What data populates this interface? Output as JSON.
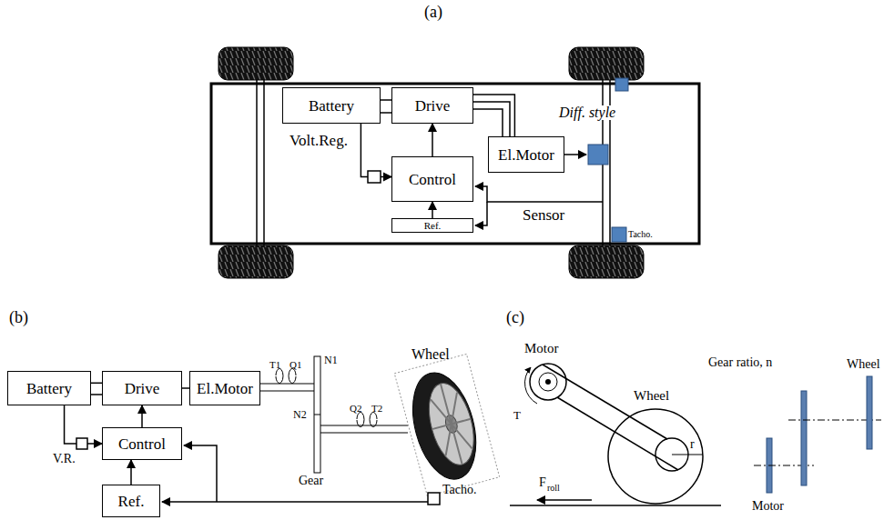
{
  "diagram": {
    "nodes": [
      {
        "text": [
          "Battery"
        ]
      },
      {
        "text": [
          "Drive"
        ]
      },
      {
        "text": [
          "El.Motor"
        ]
      },
      {
        "text": [
          "Control"
        ]
      },
      {
        "text": [
          "Ref."
        ]
      },
      {
        "text": [
          "Battery"
        ]
      },
      {
        "text": [
          "Drive"
        ]
      },
      {
        "text": [
          "El.Motor"
        ]
      },
      {
        "text": [
          "Control"
        ]
      },
      {
        "text": [
          "Ref."
        ]
      }
    ],
    "edges": [
      {
        "from": 0,
        "to": 1,
        "arrow": "none"
      },
      {
        "from": 1,
        "to": 2,
        "arrow": "none"
      },
      {
        "from": 3,
        "to": 1,
        "arrow": "to"
      },
      {
        "from": 4,
        "to": 3,
        "arrow": "to"
      },
      {
        "from": 0,
        "to": 3,
        "arrow": "to"
      },
      {
        "from": 5,
        "to": 6,
        "arrow": "none"
      },
      {
        "from": 6,
        "to": 7,
        "arrow": "none"
      },
      {
        "from": 8,
        "to": 6,
        "arrow": "to"
      },
      {
        "from": 9,
        "to": 8,
        "arrow": "to"
      },
      {
        "from": 5,
        "to": 8,
        "arrow": "to"
      }
    ],
    "labels": [
      "(a)",
      "Volt.Reg.",
      "Diff. style",
      "Sensor",
      "Tacho.",
      "(b)",
      "T1",
      "Q1",
      "N1",
      "N2",
      "Q2",
      "T2",
      "Wheel",
      "Gear",
      "V.R.",
      "Tacho.",
      "(c)",
      "Motor",
      "T",
      "Wheel",
      "r",
      "F",
      "roll",
      "Gear ratio, n",
      "Wheel",
      "Motor"
    ]
  }
}
